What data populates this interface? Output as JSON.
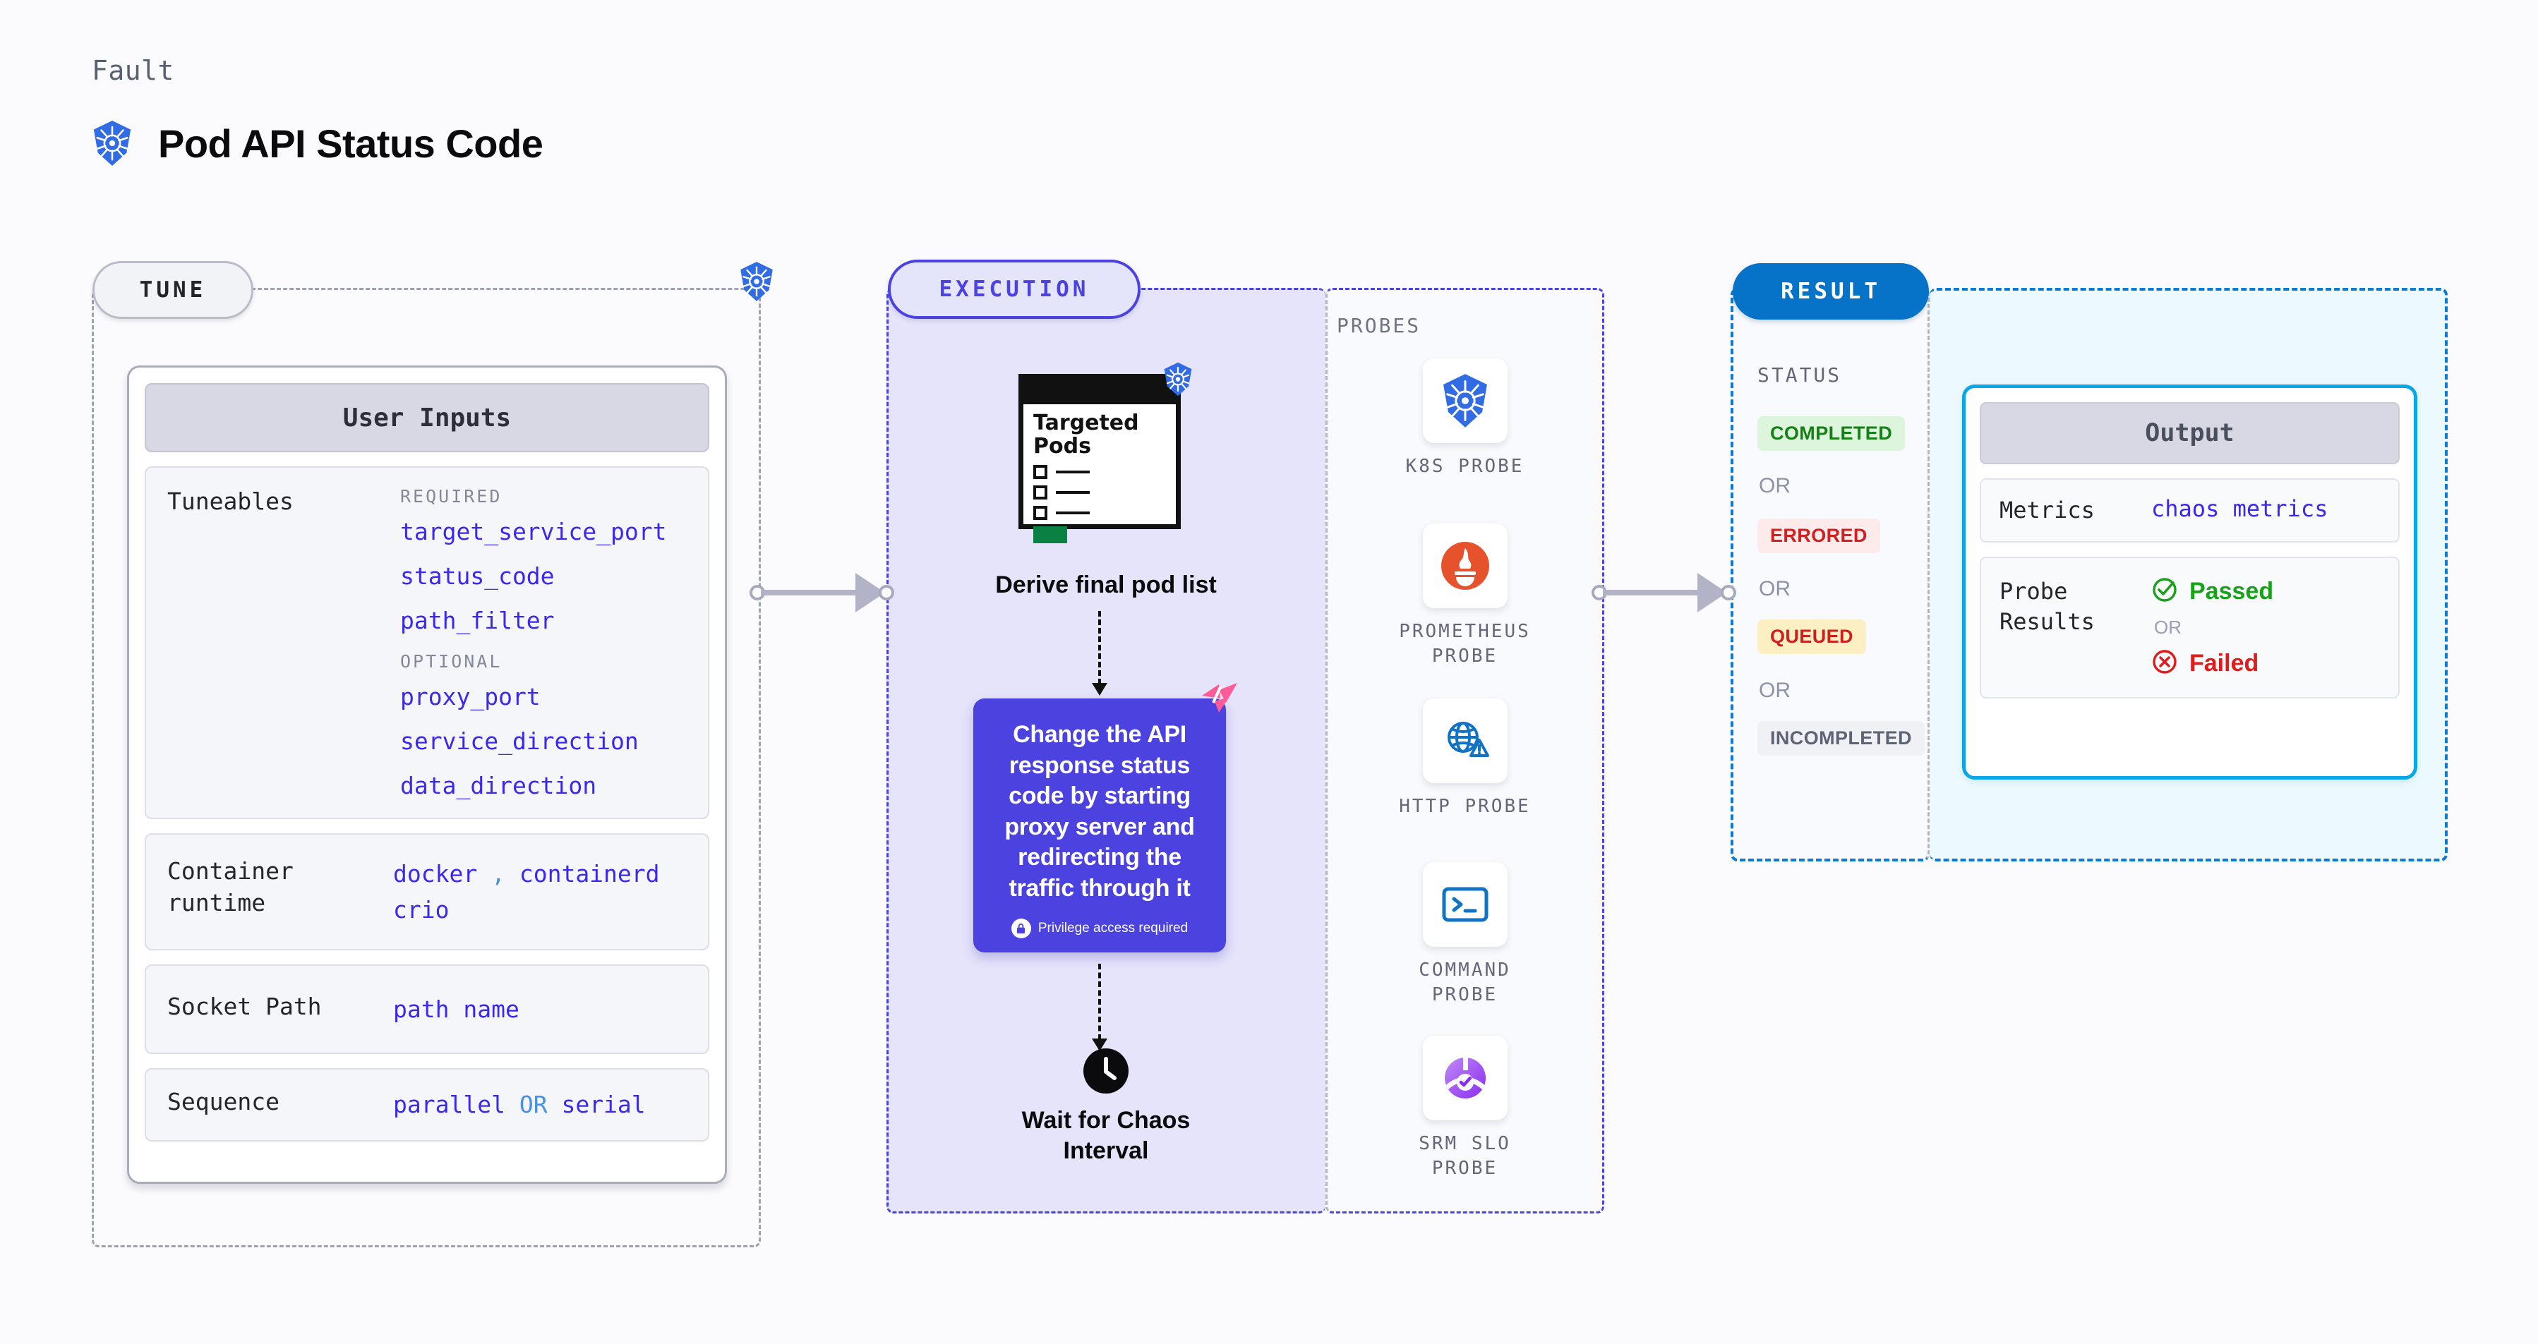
{
  "header": {
    "kicker": "Fault",
    "title": "Pod API Status Code",
    "icon": "kubernetes-icon"
  },
  "stages": {
    "tune": {
      "label": "TUNE"
    },
    "execution": {
      "label": "EXECUTION"
    },
    "result": {
      "label": "RESULT"
    }
  },
  "tune": {
    "card_title": "User Inputs",
    "tuneables": {
      "label": "Tuneables",
      "required_heading": "REQUIRED",
      "required": [
        "target_service_port",
        "status_code",
        "path_filter"
      ],
      "optional_heading": "OPTIONAL",
      "optional": [
        "proxy_port",
        "service_direction",
        "data_direction"
      ]
    },
    "container_runtime": {
      "label": "Container runtime",
      "values": [
        "docker",
        "containerd",
        "crio"
      ],
      "separator": ","
    },
    "socket_path": {
      "label": "Socket Path",
      "value": "path name"
    },
    "sequence": {
      "label": "Sequence",
      "value_a": "parallel",
      "conjunction": "OR",
      "value_b": "serial"
    }
  },
  "execution": {
    "pods_card": {
      "title_line1": "Targeted",
      "title_line2": "Pods",
      "icon": "kubernetes-icon"
    },
    "caption": "Derive final pod list",
    "action_card": {
      "text": "Change the API response status code by starting proxy server and redirecting the traffic through it",
      "privilege_note": "Privilege access required",
      "badge_icon": "harness-pink-badge-icon",
      "lock_icon": "lock-icon"
    },
    "wait": {
      "icon": "clock-icon",
      "label_line1": "Wait for Chaos",
      "label_line2": "Interval"
    }
  },
  "probes": {
    "heading": "PROBES",
    "items": [
      {
        "label_line1": "K8S  PROBE",
        "label_line2": "",
        "icon": "kubernetes-icon"
      },
      {
        "label_line1": "PROMETHEUS",
        "label_line2": "PROBE",
        "icon": "prometheus-icon"
      },
      {
        "label_line1": "HTTP  PROBE",
        "label_line2": "",
        "icon": "http-globe-icon"
      },
      {
        "label_line1": "COMMAND",
        "label_line2": "PROBE",
        "icon": "terminal-icon"
      },
      {
        "label_line1": "SRM  SLO",
        "label_line2": "PROBE",
        "icon": "srm-slo-icon"
      }
    ]
  },
  "result": {
    "status_heading": "STATUS",
    "or_label": "OR",
    "badges": [
      {
        "text": "COMPLETED",
        "bg": "#dcf5dc",
        "fg": "#158015"
      },
      {
        "text": "ERRORED",
        "bg": "#fdeaea",
        "fg": "#d02020"
      },
      {
        "text": "QUEUED",
        "bg": "#fcefc4",
        "fg": "#cf2020"
      },
      {
        "text": "INCOMPLETED",
        "bg": "#f0f1f5",
        "fg": "#5e6375"
      }
    ],
    "output": {
      "title": "Output",
      "metrics_label": "Metrics",
      "metrics_value": "chaos metrics",
      "probe_results_label": "Probe Results",
      "passed_label": "Passed",
      "or_label": "OR",
      "failed_label": "Failed",
      "passed_icon": "check-circle-icon",
      "failed_icon": "x-circle-icon"
    }
  },
  "colors": {
    "kubernetes_blue": "#326ce5",
    "accent_purple": "#4b42e0",
    "result_blue": "#0673c9",
    "output_border": "#09a7e8",
    "code_indigo": "#3a28ef",
    "pink_badge": "#ff5c97"
  }
}
